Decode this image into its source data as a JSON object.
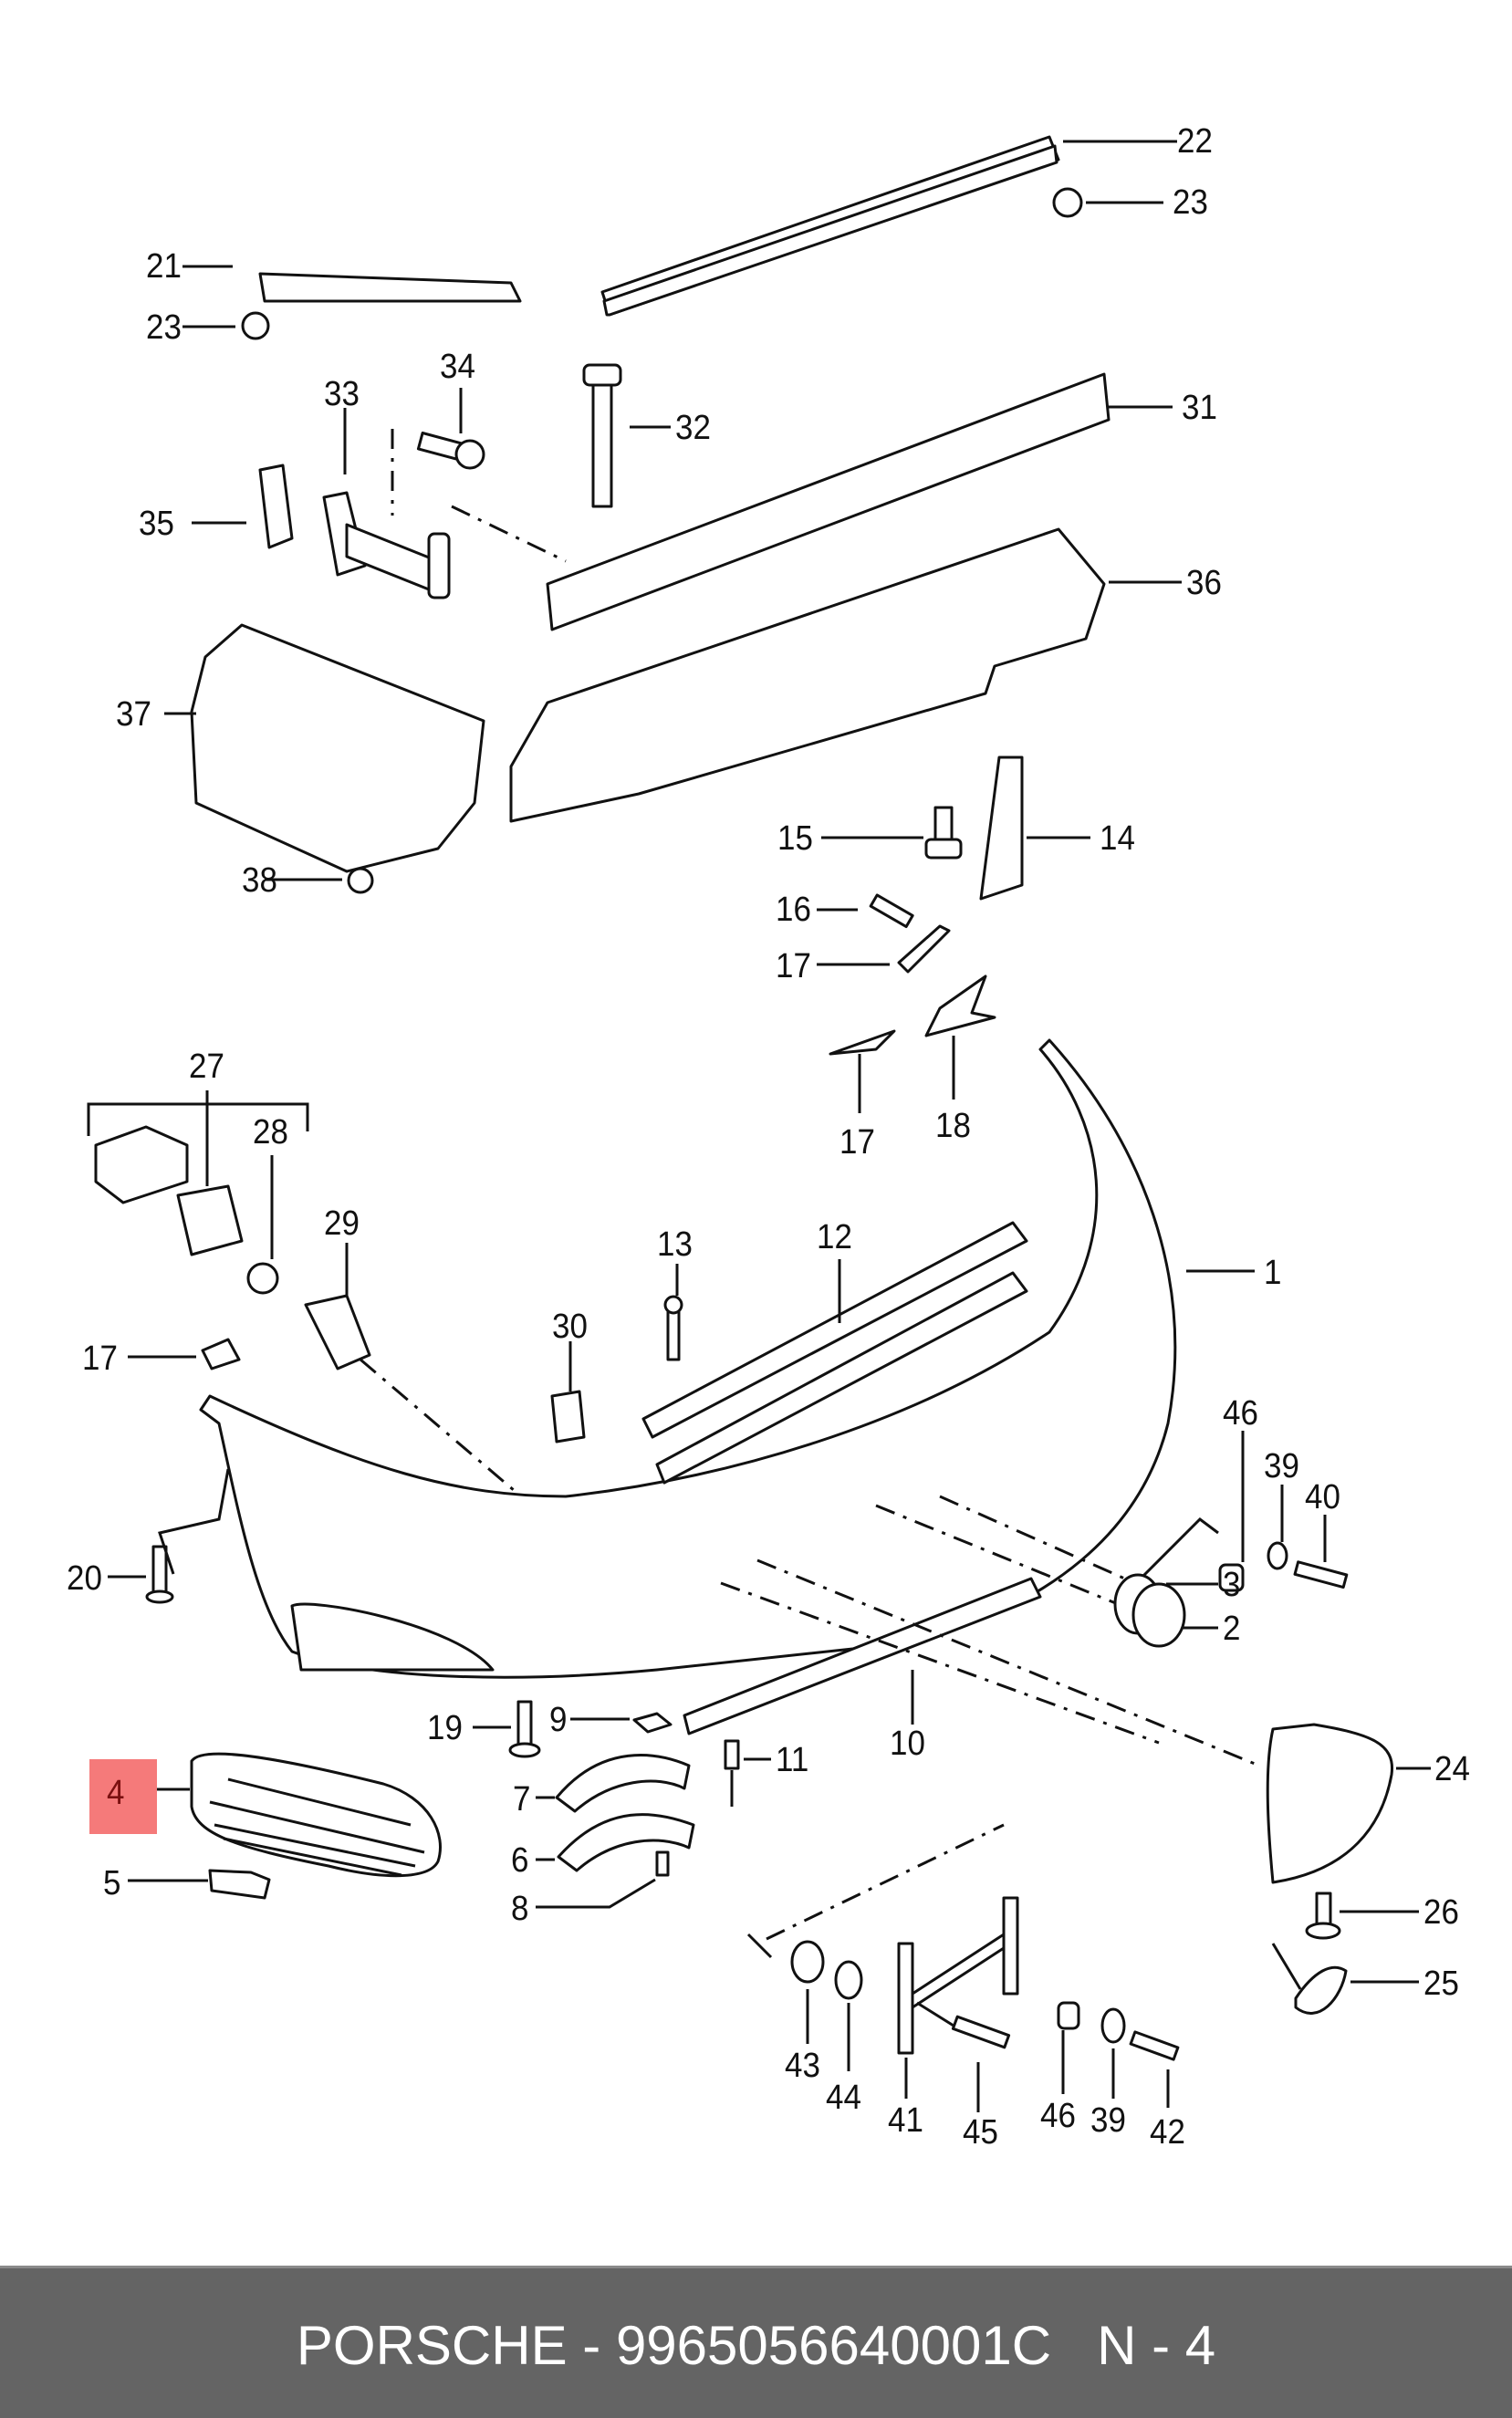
{
  "diagram": {
    "title": "Porsche rear bumper exploded parts diagram",
    "highlighted_part": "4",
    "highlight_color": "#f57a7a",
    "callouts": [
      {
        "id": "22",
        "part": "22"
      },
      {
        "id": "23a",
        "part": "23"
      },
      {
        "id": "21",
        "part": "21"
      },
      {
        "id": "23b",
        "part": "23"
      },
      {
        "id": "34",
        "part": "34"
      },
      {
        "id": "33",
        "part": "33"
      },
      {
        "id": "32",
        "part": "32"
      },
      {
        "id": "31",
        "part": "31"
      },
      {
        "id": "35",
        "part": "35"
      },
      {
        "id": "36",
        "part": "36"
      },
      {
        "id": "37",
        "part": "37"
      },
      {
        "id": "38",
        "part": "38"
      },
      {
        "id": "15",
        "part": "15"
      },
      {
        "id": "14",
        "part": "14"
      },
      {
        "id": "16",
        "part": "16"
      },
      {
        "id": "17a",
        "part": "17"
      },
      {
        "id": "17b",
        "part": "17"
      },
      {
        "id": "18",
        "part": "18"
      },
      {
        "id": "27",
        "part": "27"
      },
      {
        "id": "28",
        "part": "28"
      },
      {
        "id": "29",
        "part": "29"
      },
      {
        "id": "13",
        "part": "13"
      },
      {
        "id": "12",
        "part": "12"
      },
      {
        "id": "1",
        "part": "1"
      },
      {
        "id": "30",
        "part": "30"
      },
      {
        "id": "17c",
        "part": "17"
      },
      {
        "id": "46a",
        "part": "46"
      },
      {
        "id": "39a",
        "part": "39"
      },
      {
        "id": "40",
        "part": "40"
      },
      {
        "id": "20",
        "part": "20"
      },
      {
        "id": "3",
        "part": "3"
      },
      {
        "id": "2",
        "part": "2"
      },
      {
        "id": "19",
        "part": "19"
      },
      {
        "id": "9",
        "part": "9"
      },
      {
        "id": "11",
        "part": "11"
      },
      {
        "id": "10",
        "part": "10"
      },
      {
        "id": "24",
        "part": "24"
      },
      {
        "id": "4",
        "part": "4"
      },
      {
        "id": "7",
        "part": "7"
      },
      {
        "id": "6",
        "part": "6"
      },
      {
        "id": "5",
        "part": "5"
      },
      {
        "id": "8",
        "part": "8"
      },
      {
        "id": "26",
        "part": "26"
      },
      {
        "id": "25",
        "part": "25"
      },
      {
        "id": "43",
        "part": "43"
      },
      {
        "id": "44",
        "part": "44"
      },
      {
        "id": "41",
        "part": "41"
      },
      {
        "id": "45",
        "part": "45"
      },
      {
        "id": "46b",
        "part": "46"
      },
      {
        "id": "39b",
        "part": "39"
      },
      {
        "id": "42",
        "part": "42"
      }
    ]
  },
  "footer": {
    "brand": "PORSCHE",
    "separator": " - ",
    "part_number": "9965056640001C",
    "position_label": "N - 4"
  }
}
